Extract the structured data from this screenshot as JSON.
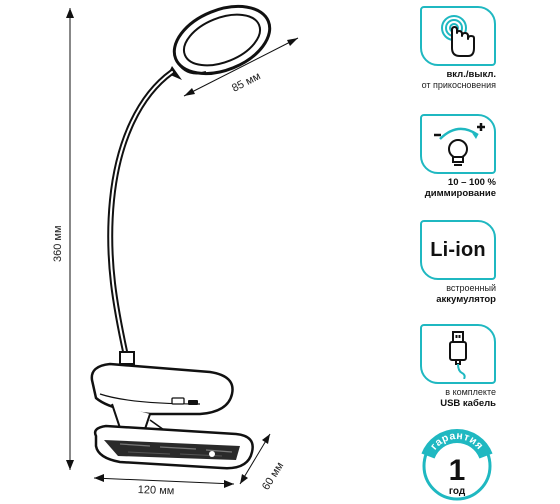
{
  "dimensions": {
    "height": "360 мм",
    "head_diameter": "85 мм",
    "base_width": "120 мм",
    "base_depth": "60 мм"
  },
  "features": [
    {
      "icon": "touch-hand-icon",
      "title": "вкл./выкл.",
      "subtitle": "от прикосновения"
    },
    {
      "icon": "dimmer-bulb-icon",
      "title": "10 – 100 %",
      "subtitle": "диммирование"
    },
    {
      "icon": "battery-text",
      "badge_text": "Li-ion",
      "title": "встроенный",
      "subtitle": "аккумулятор"
    },
    {
      "icon": "usb-cable-icon",
      "title": "в комплекте",
      "subtitle": "USB кабель"
    }
  ],
  "warranty": {
    "label": "гарантия",
    "number": "1",
    "unit": "год"
  },
  "colors": {
    "accent": "#1fb8c1",
    "ink": "#111111"
  }
}
